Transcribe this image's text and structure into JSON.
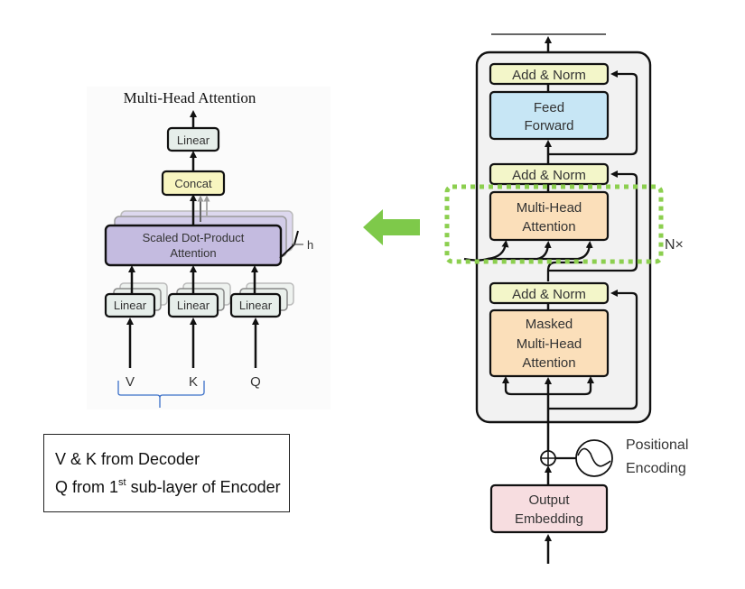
{
  "left_diagram": {
    "title": "Multi-Head Attention",
    "linear_top": "Linear",
    "concat": "Concat",
    "sdpa_line1": "Scaled Dot-Product",
    "sdpa_line2": "Attention",
    "h_label": "h",
    "linear_inputs": [
      "Linear",
      "Linear",
      "Linear"
    ],
    "inputs": [
      "V",
      "K",
      "Q"
    ]
  },
  "note": {
    "line1": "V & K from Decoder",
    "line2_prefix": "Q from 1",
    "line2_sup": "st",
    "line2_suffix": " sub-layer of Encoder"
  },
  "arrow": {
    "direction": "left",
    "color": "#7ec94a"
  },
  "right_diagram": {
    "add_norm_top": "Add & Norm",
    "feed_forward_line1": "Feed",
    "feed_forward_line2": "Forward",
    "add_norm_mid": "Add & Norm",
    "mha_line1": "Multi-Head",
    "mha_line2": "Attention",
    "add_norm_bottom": "Add & Norm",
    "masked_line1": "Masked",
    "masked_line2": "Multi-Head",
    "masked_line3": "Attention",
    "nx_label": "N×",
    "positional_line1": "Positional",
    "positional_line2": "Encoding",
    "output_line1": "Output",
    "output_line2": "Embedding"
  },
  "colors": {
    "highlight": "#8ccf4f",
    "add_norm": "#f3f6c9",
    "feed_forward": "#c7e6f5",
    "attention": "#fbdfba",
    "embedding": "#f7dde0",
    "sdpa": "#c4bbe0",
    "concat": "#f8f5c0",
    "linear": "#e6eeea",
    "brace": "#3a6fc8"
  }
}
